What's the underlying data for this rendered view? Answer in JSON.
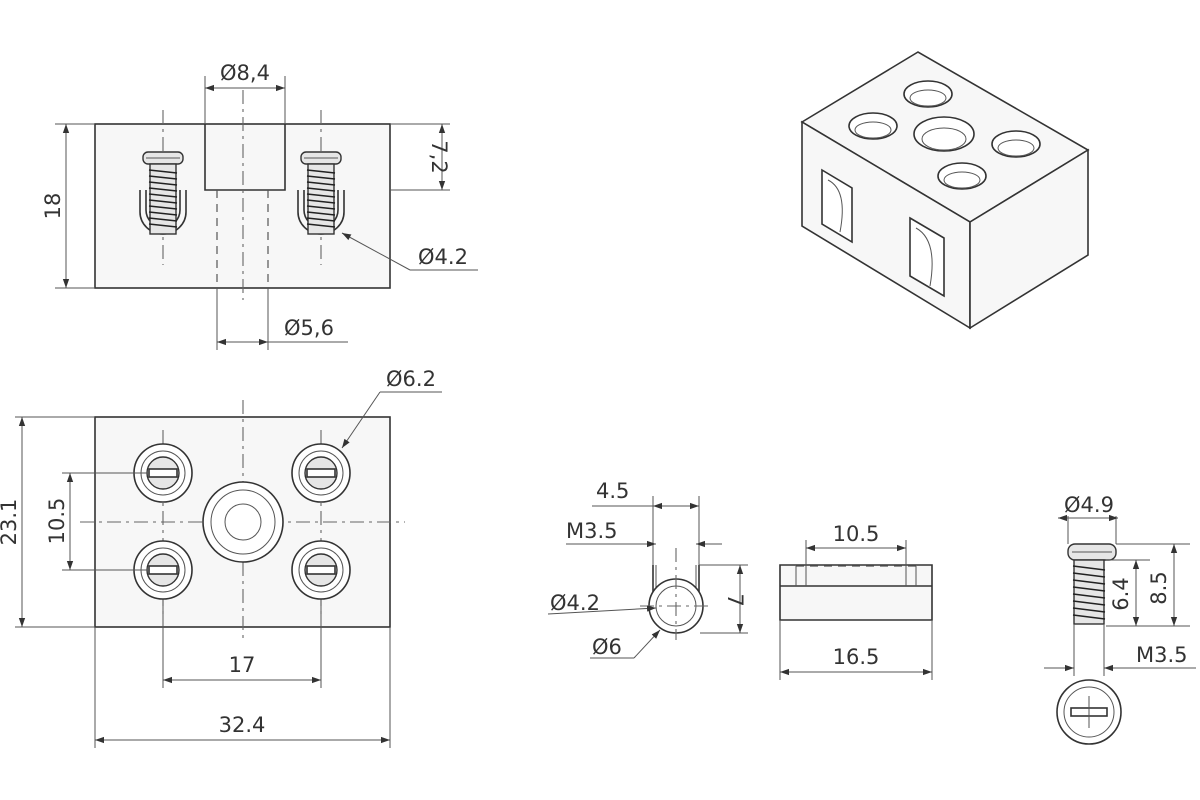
{
  "dimensions": {
    "top_view": {
      "d_8_4": "Ø8,4",
      "h_7_2": "7,2",
      "h_18": "18",
      "d_4_2": "Ø4.2",
      "d_5_6": "Ø5,6"
    },
    "front_view": {
      "d_6_2": "Ø6.2",
      "h_23_1": "23.1",
      "h_10_5": "10.5",
      "w_17": "17",
      "w_32_4": "32.4"
    },
    "terminal_detail": {
      "w_4_5": "4.5",
      "m_3_5": "M3.5",
      "d_4_2": "Ø4.2",
      "d_6": "Ø6",
      "h_7": "7"
    },
    "side_detail": {
      "w_10_5": "10.5",
      "w_16_5": "16.5"
    },
    "screw_detail": {
      "d_4_9": "Ø4.9",
      "h_6_4": "6.4",
      "h_8_5": "8.5",
      "m_3_5": "M3.5"
    }
  }
}
